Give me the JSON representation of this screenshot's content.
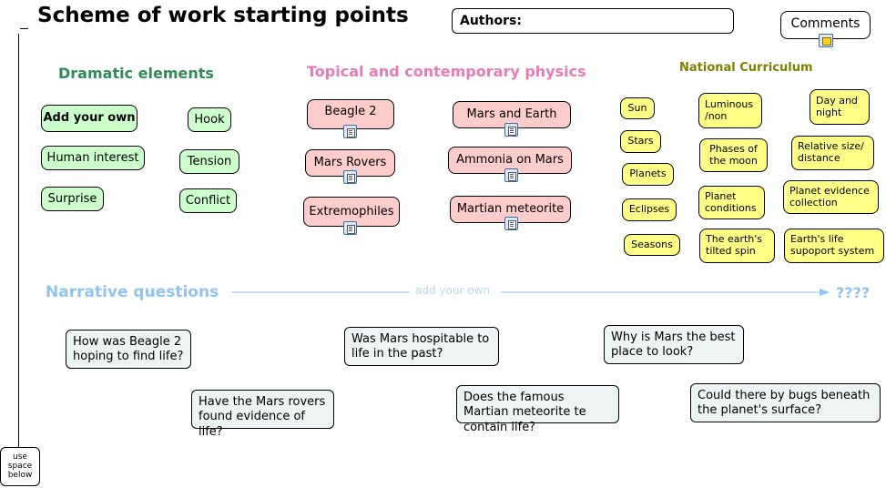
{
  "title": "Scheme of work starting points",
  "authors_label": "Authors:",
  "comments_label": "Comments",
  "use_space": [
    "use",
    "space",
    "below"
  ],
  "sections": {
    "dramatic": "Dramatic elements",
    "topical": "Topical and contemporary physics",
    "national": "National Curriculum",
    "narrative": "Narrative questions"
  },
  "dramatic_items": [
    "Add your own",
    "Hook",
    "Human interest",
    "Tension",
    "Surprise",
    "Conflict"
  ],
  "topical_items": [
    "Beagle 2",
    "Mars and Earth",
    "Mars Rovers",
    "Ammonia on Mars",
    "Extremophiles",
    "Martian meteorite"
  ],
  "national_items": [
    "Sun",
    "Stars",
    "Planets",
    "Eclipses",
    "Seasons",
    "Luminous /non",
    "Phases of the moon",
    "Planet conditions",
    "The earth's tilted spin",
    "Day and night",
    "Relative size/ distance",
    "Planet evidence collection",
    "Earth's life supoport system"
  ],
  "arrow_label": "add your own",
  "arrow_end": "????",
  "questions": [
    "How was Beagle 2 hoping to find life?",
    "Have the Mars rovers found evidence of life?",
    "Was Mars hospitable to life in the past?",
    "Does the famous Martian meteorite te contain life?",
    "Why is Mars the best place  to look?",
    "Could there by bugs beneath the planet's surface?"
  ],
  "colors": {
    "dramatic_header": "#2e8b57",
    "topical_header": "#e87ab8",
    "national_header": "#808000",
    "narrative_header": "#90c4f0",
    "green_node": "#ccffcc",
    "pink_node": "#ffcccc",
    "yellow_node": "#ffff88",
    "question_node": "#eef3f3"
  }
}
